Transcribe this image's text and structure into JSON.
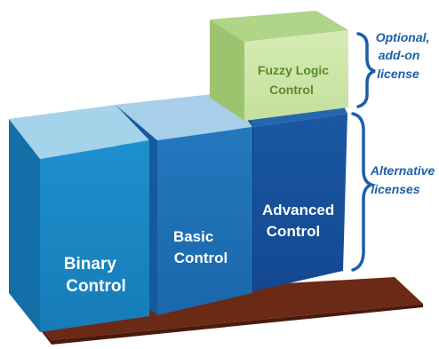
{
  "blocks": {
    "binary": {
      "line1": "Binary",
      "line2": "Control"
    },
    "basic": {
      "line1": "Basic",
      "line2": "Control"
    },
    "advanced": {
      "line1": "Advanced",
      "line2": "Control"
    },
    "fuzzy": {
      "line1": "Fuzzy Logic",
      "line2": "Control"
    }
  },
  "annotations": {
    "optional": {
      "line1": "Optional,",
      "line2": "add-on",
      "line3": "license"
    },
    "alternative": {
      "line1": "Alternative",
      "line2": "licenses"
    }
  },
  "colors": {
    "base": "#6b2a16",
    "binary_front": "#1a87c4",
    "binary_top": "#a5d3ea",
    "basic_front": "#1f70b5",
    "basic_top": "#a8cfea",
    "advanced_front": "#154f9a",
    "advanced_top": "#2466b0",
    "fuzzy_front": "#cde5a8",
    "fuzzy_top": "#b0d488",
    "annotation": "#1c5fa8"
  }
}
